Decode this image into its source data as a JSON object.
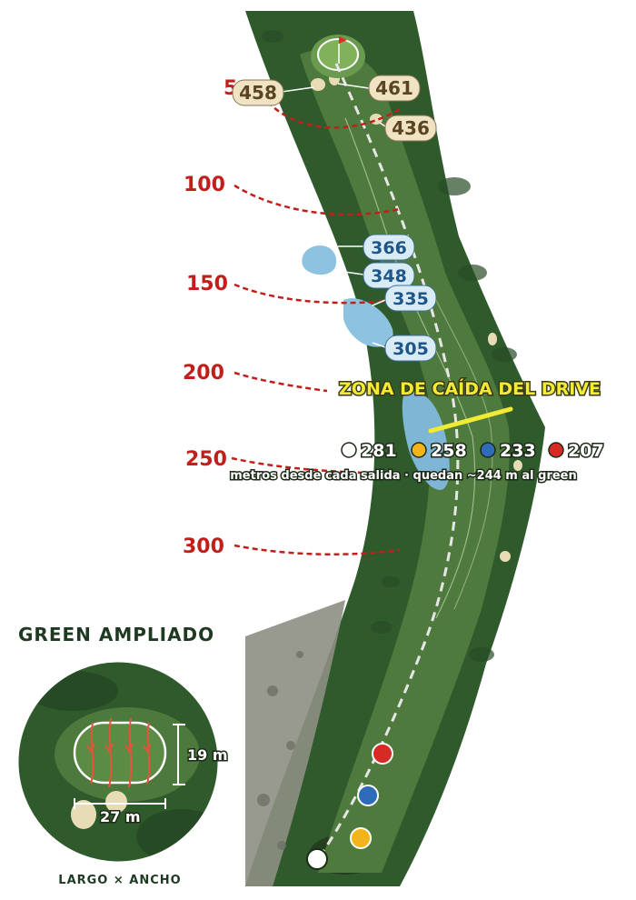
{
  "distance_markers": [
    "5",
    "100",
    "150",
    "200",
    "250",
    "300"
  ],
  "green_yardages": [
    "458",
    "461",
    "436"
  ],
  "water_yardages": [
    "366",
    "348",
    "335",
    "305"
  ],
  "drive_zone": {
    "title": "ZONA DE CAÍDA DEL DRIVE",
    "tees": [
      {
        "color": "#ffffff",
        "value": "281"
      },
      {
        "color": "#f2b418",
        "value": "258"
      },
      {
        "color": "#2e6bb8",
        "value": "233"
      },
      {
        "color": "#d62a25",
        "value": "207"
      }
    ],
    "note": "metros desde cada salida · quedan ~244 m al green"
  },
  "green_inset": {
    "title": "GREEN AMPLIADO",
    "depth": "19 m",
    "width": "27 m",
    "caption": "LARGO × ANCHO"
  },
  "colors": {
    "accent_red": "#c0201c",
    "fairway": "#4f7a3e",
    "rough": "#2f5a2c",
    "water": "#7fb6d6",
    "sand": "#e8dcb6"
  }
}
